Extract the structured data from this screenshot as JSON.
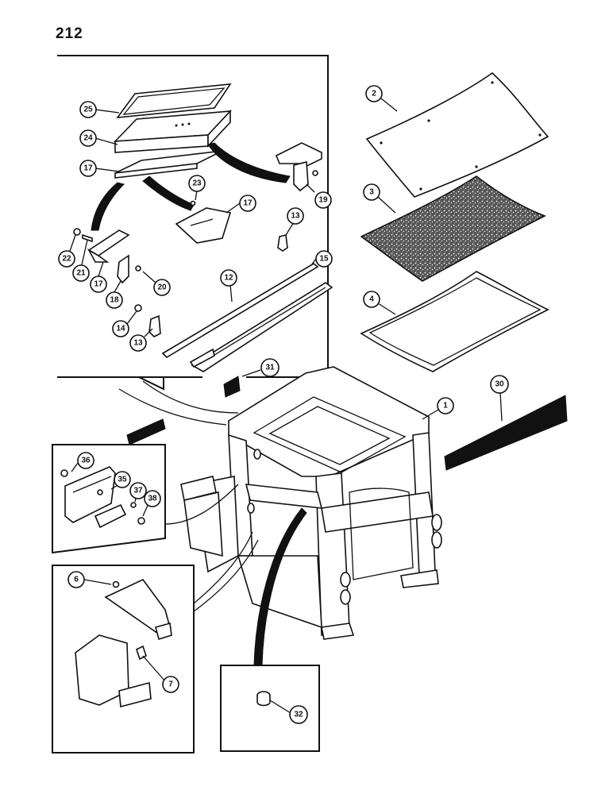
{
  "page_number": "212",
  "callouts": [
    {
      "id": "c25",
      "label": "25"
    },
    {
      "id": "c24",
      "label": "24"
    },
    {
      "id": "c17a",
      "label": "17"
    },
    {
      "id": "c23",
      "label": "23"
    },
    {
      "id": "c17b",
      "label": "17"
    },
    {
      "id": "c19",
      "label": "19"
    },
    {
      "id": "c22",
      "label": "22"
    },
    {
      "id": "c21",
      "label": "21"
    },
    {
      "id": "c17c",
      "label": "17"
    },
    {
      "id": "c18",
      "label": "18"
    },
    {
      "id": "c20",
      "label": "20"
    },
    {
      "id": "c13a",
      "label": "13"
    },
    {
      "id": "c15",
      "label": "15"
    },
    {
      "id": "c12",
      "label": "12"
    },
    {
      "id": "c14",
      "label": "14"
    },
    {
      "id": "c13b",
      "label": "13"
    },
    {
      "id": "c2",
      "label": "2"
    },
    {
      "id": "c3",
      "label": "3"
    },
    {
      "id": "c4",
      "label": "4"
    },
    {
      "id": "c31",
      "label": "31"
    },
    {
      "id": "c1",
      "label": "1"
    },
    {
      "id": "c30",
      "label": "30"
    },
    {
      "id": "c36",
      "label": "36"
    },
    {
      "id": "c35",
      "label": "35"
    },
    {
      "id": "c37",
      "label": "37"
    },
    {
      "id": "c38",
      "label": "38"
    },
    {
      "id": "c6",
      "label": "6"
    },
    {
      "id": "c7",
      "label": "7"
    },
    {
      "id": "c32",
      "label": "32"
    }
  ]
}
